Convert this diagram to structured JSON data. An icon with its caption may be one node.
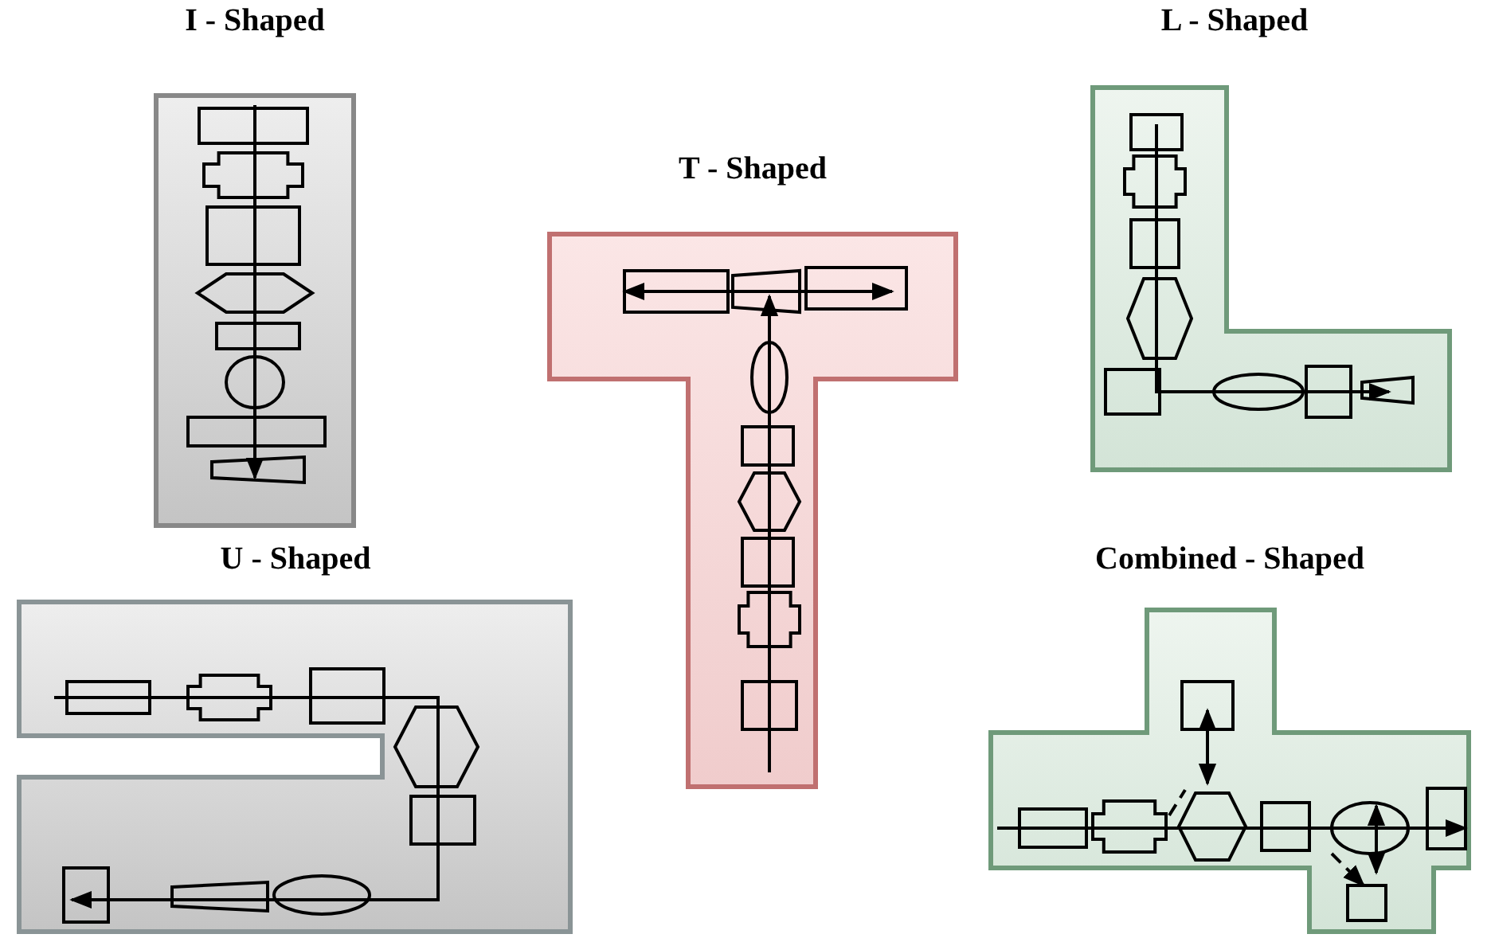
{
  "diagram": {
    "nodes": [
      {
        "text": [
          "I - Shaped"
        ]
      },
      {
        "text": [
          "T - Shaped"
        ]
      },
      {
        "text": [
          "L - Shaped"
        ]
      },
      {
        "text": [
          "U - Shaped"
        ]
      },
      {
        "text": [
          "Combined - Shaped"
        ]
      }
    ]
  }
}
